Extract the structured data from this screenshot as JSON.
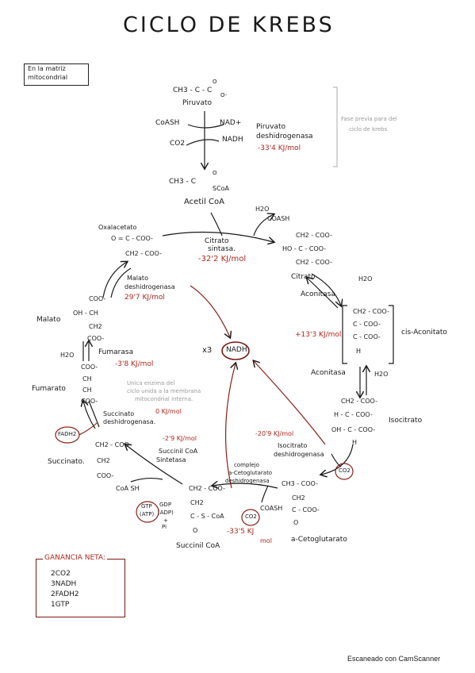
{
  "title": "CICLO DE KREBS",
  "location": [
    "En la matriz",
    "mitocondrial"
  ],
  "side_note": [
    "Fase previa para del",
    "ciclo de krebs"
  ],
  "pyruvate": {
    "formula": [
      "O",
      "CH3 - C - C",
      "O-"
    ],
    "name": "Piruvato"
  },
  "pdh": {
    "coash": "CoASH",
    "nad": "NAD+",
    "co2": "CO2",
    "nadh": "NADH",
    "enzyme": [
      "Piruvato",
      "deshidrogenasa"
    ],
    "energy": "-33'4 KJ/mol"
  },
  "acetyl": {
    "formula": [
      "O",
      "CH3 - C",
      "SCoA"
    ],
    "name": "Acetil CoA"
  },
  "citrate_synth": {
    "h2o": "H2O",
    "coash": "COASH",
    "enzyme": [
      "Citrato",
      "sintasa."
    ],
    "energy": "-32'2 KJ/mol"
  },
  "oxaloacetate": {
    "name": "Oxalacetato",
    "formula": [
      "O = C - COO-",
      "CH2 - COO-"
    ]
  },
  "citrate": {
    "formula": [
      "CH2 - COO-",
      "HO - C - COO-",
      "CH2 - COO-"
    ],
    "name": "Citrato",
    "h2o": "H2O"
  },
  "aconitase1": {
    "enzyme": "Aconitasa",
    "energy": "+13'3 KJ/mol"
  },
  "cis_aconitate": {
    "formula": [
      "CH2 - COO-",
      "C - COO-",
      "C - COO-",
      "H"
    ],
    "name": "cis-Aconitato"
  },
  "aconitase2": {
    "enzyme": "Aconitasa",
    "h2o": "H2O"
  },
  "isocitrate": {
    "formula": [
      "CH2 - COO-",
      "H - C - COO-",
      "OH - C - COO-",
      "H"
    ],
    "name": "Isocitrato"
  },
  "isocitrate_dh": {
    "energy": "-20'9 KJ/mol",
    "enzyme": [
      "Isocitrato",
      "deshidrogenasa"
    ],
    "co2": "CO2"
  },
  "center": {
    "k3": "x3",
    "nadh": "NADH"
  },
  "akg": {
    "formula": [
      "CH3 - COO-",
      "CH2",
      "C - COO-",
      "O"
    ],
    "name": "a-Cetoglutarato"
  },
  "akg_dh": {
    "enzyme": [
      "complejo",
      "a-Cetoglutarato",
      "deshidrogenasa"
    ],
    "coash": "COASH",
    "co2": "CO2",
    "energy": [
      "-33'5 KJ",
      "mol"
    ]
  },
  "succinyl": {
    "formula": [
      "CH2 - COO-",
      "CH2",
      "C - S - CoA",
      "O"
    ],
    "name": "Succinil CoA"
  },
  "succ_thiokinase": {
    "enzyme": [
      "Succinil CoA",
      "Sintetasa"
    ],
    "energy": "-2'9 KJ/mol",
    "coash": "CoA SH",
    "gtp": [
      "GTP",
      "(ATP)"
    ],
    "gdp": [
      "GDP",
      "(ADP)",
      "+",
      "Pi"
    ]
  },
  "succinate": {
    "formula": [
      "CH2 - COO-",
      "CH2",
      "COO-"
    ],
    "name": "Succinato."
  },
  "sdh": {
    "fadh2": "FADH2",
    "enzyme": [
      "Succinato",
      "deshidrogenasa."
    ],
    "energy": "0 KJ/mol",
    "note": [
      "Unica enzima del",
      "ciclo unida a la membrana",
      "mitocondrial interna."
    ]
  },
  "fumarate": {
    "formula": [
      "COO-",
      "CH",
      "CH",
      "COO-"
    ],
    "name": "Fumarato"
  },
  "fumarase": {
    "enzyme": "Fumarasa",
    "h2o": "H2O",
    "energy": "-3'8 KJ/mol"
  },
  "malate": {
    "formula": [
      "COO-",
      "OH - CH",
      "CH2",
      "COO-"
    ],
    "name": "Malato"
  },
  "malate_dh": {
    "enzyme": [
      "Malato",
      "deshidrogenasa"
    ],
    "energy": "29'7 KJ/mol"
  },
  "net_gain": {
    "title": "GANANCIA NETA:",
    "items": [
      "2CO2",
      "3NADH",
      "2FADH2",
      "1GTP"
    ]
  },
  "footer": "Escaneado con CamScanner",
  "colors": {
    "ink": "#1a1a1a",
    "red": "#b0281c"
  }
}
